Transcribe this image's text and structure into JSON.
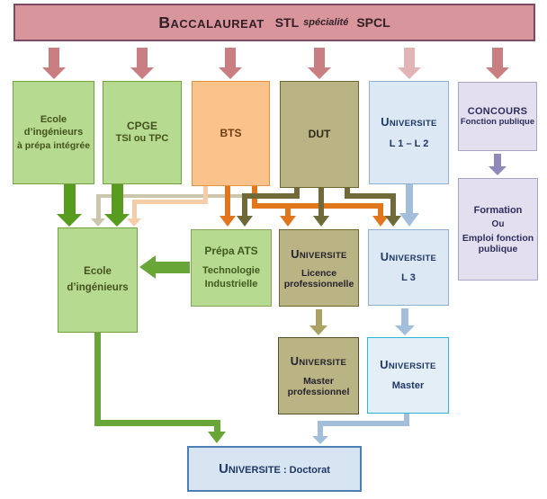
{
  "banner": {
    "title_main": "BACCALAUREAT",
    "title_stl": "STL",
    "title_specialite": "spécialité",
    "title_spcl": "SPCL"
  },
  "boxes": {
    "ecole_prepa": {
      "line1": "Ecole",
      "line2": "d’ingénieurs",
      "line3": "à prépa intégrée"
    },
    "cpge": {
      "line1": "CPGE",
      "line2": "TSI ou TPC"
    },
    "bts": {
      "line1": "BTS"
    },
    "dut": {
      "line1": "DUT"
    },
    "l1l2": {
      "line1": "UNIVERSITE",
      "line2": "L 1 – L 2"
    },
    "concours": {
      "line1": "CONCOURS",
      "line2": "Fonction publique"
    },
    "ecole_ing": {
      "line1": "Ecole",
      "line2": "d’ingénieurs"
    },
    "prepa_ats": {
      "line1": "Prépa ATS",
      "line2": "Technologie",
      "line3": "Industrielle"
    },
    "licence_pro": {
      "line1": "UNIVERSITE",
      "line2": "Licence",
      "line3": "professionnelle"
    },
    "l3": {
      "line1": "UNIVERSITE",
      "line2": "L 3"
    },
    "formation": {
      "line1": "Formation",
      "line2": "Ou",
      "line3": "Emploi fonction",
      "line4": "publique"
    },
    "master_pro": {
      "line1": "UNIVERSITE",
      "line2": "Master professionnel"
    },
    "master": {
      "line1": "UNIVERSITE",
      "line2": "Master"
    },
    "doctorat": {
      "line1": "UNIVERSITE : Doctorat"
    }
  },
  "palette": {
    "banner_fill": "#d9959c",
    "banner_border": "#7d4a63",
    "pink_arrow": "#c97f82",
    "pink_arrow_light": "#e2b4b6",
    "green_fill": "#b6da8f",
    "green_border": "#71a33f",
    "green_arrow_dark": "#579c1e",
    "green_arrow_mid": "#68a637",
    "orange_fill": "#f9c38b",
    "orange_border": "#e8913c",
    "orange_arrow": "#e2761c",
    "peach_arrow": "#f5cda6",
    "tan_arrow": "#ccc6ad",
    "khaki_fill": "#bab383",
    "khaki_border": "#6e6631",
    "olive_arrow": "#6f6a38",
    "khaki_arrow": "#a9a263",
    "blue_fill": "#dce8f3",
    "blue_border": "#8fb1cf",
    "blue_arrow": "#a3bedb",
    "navy_text": "#1f3864",
    "cyan_border": "#2cb5d6",
    "doctorat_border": "#4d7fb5",
    "lavender_fill": "#e4dfee",
    "lavender_border": "#aaa2c2",
    "purple_arrow": "#8f88ba"
  }
}
